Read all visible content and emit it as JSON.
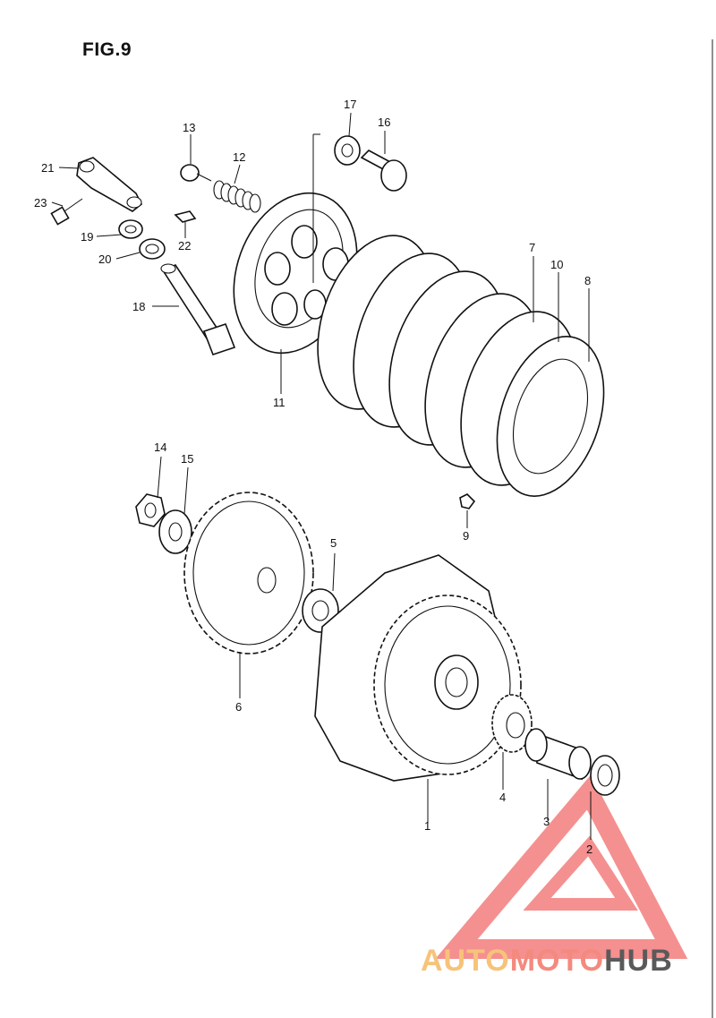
{
  "figure": {
    "title": "FIG.9"
  },
  "callouts": [
    {
      "id": "c1",
      "label": "1"
    },
    {
      "id": "c2",
      "label": "2"
    },
    {
      "id": "c3",
      "label": "3"
    },
    {
      "id": "c4",
      "label": "4"
    },
    {
      "id": "c5",
      "label": "5"
    },
    {
      "id": "c6",
      "label": "6"
    },
    {
      "id": "c7",
      "label": "7"
    },
    {
      "id": "c8",
      "label": "8"
    },
    {
      "id": "c9",
      "label": "9"
    },
    {
      "id": "c10",
      "label": "10"
    },
    {
      "id": "c11",
      "label": "11"
    },
    {
      "id": "c12",
      "label": "12"
    },
    {
      "id": "c13",
      "label": "13"
    },
    {
      "id": "c14",
      "label": "14"
    },
    {
      "id": "c15",
      "label": "15"
    },
    {
      "id": "c16",
      "label": "16"
    },
    {
      "id": "c17",
      "label": "17"
    },
    {
      "id": "c18",
      "label": "18"
    },
    {
      "id": "c19",
      "label": "19"
    },
    {
      "id": "c20",
      "label": "20"
    },
    {
      "id": "c21",
      "label": "21"
    },
    {
      "id": "c22",
      "label": "22"
    },
    {
      "id": "c23",
      "label": "23"
    }
  ],
  "watermark": {
    "part1": "AUTO",
    "part2": "MOTO",
    "part3": "HUB",
    "color1": "#f6c37a",
    "color2": "#f48a7e",
    "color3": "#5a5a5a",
    "triangle_color": "#f26b6b"
  }
}
